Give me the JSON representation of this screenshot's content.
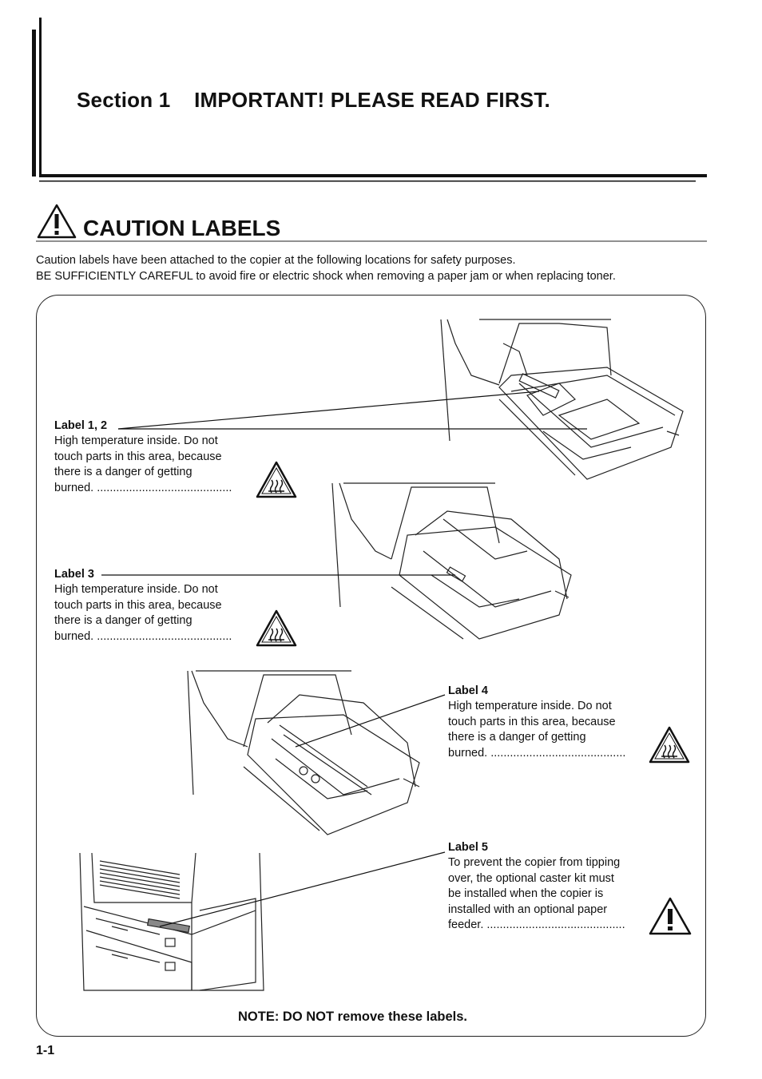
{
  "section": {
    "title": "Section 1    IMPORTANT! PLEASE READ FIRST."
  },
  "caution": {
    "heading": "CAUTION LABELS",
    "intro_line1": "Caution labels have been attached to the copier at the following locations for safety purposes.",
    "intro_line2": "BE SUFFICIENTLY CAREFUL to avoid fire or electric shock when removing a paper jam or when replacing toner."
  },
  "labels": [
    {
      "title": "Label 1, 2",
      "lines": [
        "High temperature inside. Do not",
        "touch parts in this area, because",
        "there is a danger of getting",
        "burned. .........................................."
      ],
      "icon": "hot-surface-icon"
    },
    {
      "title": "Label 3",
      "lines": [
        "High temperature inside. Do not",
        "touch parts in this area, because",
        "there is a danger of getting",
        "burned. .........................................."
      ],
      "icon": "hot-surface-icon"
    },
    {
      "title": "Label 4",
      "lines": [
        "High temperature inside. Do not",
        "touch parts in this area, because",
        "there is a danger of getting",
        "burned. .........................................."
      ],
      "icon": "hot-surface-icon"
    },
    {
      "title": "Label 5",
      "lines": [
        "To prevent the copier from tipping",
        "over, the optional caster kit must",
        "be installed when the copier is",
        "installed with an optional paper",
        "feeder. ..........................................."
      ],
      "icon": "exclamation-warning-icon"
    }
  ],
  "note": "NOTE: DO NOT remove these labels.",
  "page_number": "1-1"
}
